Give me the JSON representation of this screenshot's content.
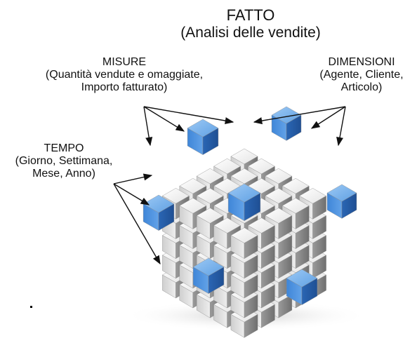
{
  "fatto": {
    "title": "FATTO",
    "subtitle": "(Analisi delle vendite)"
  },
  "misure": {
    "title": "MISURE",
    "line1": "(Quantità vendute e omaggiate,",
    "line2": "Importo fatturato)"
  },
  "dimensioni": {
    "title": "DIMENSIONI",
    "line1": "(Agente, Cliente,",
    "line2": "Articolo)"
  },
  "tempo": {
    "title": "TEMPO",
    "line1": "(Giorno, Settimana,",
    "line2": "Mese, Anno)"
  },
  "colors": {
    "cube_white": "#f2f2f2",
    "cube_gray": "#a9a9a9",
    "cube_blue": "#3e86d6",
    "arrow": "#111111"
  },
  "icons": {
    "cube": "cube-icon",
    "arrow": "arrow-icon"
  }
}
